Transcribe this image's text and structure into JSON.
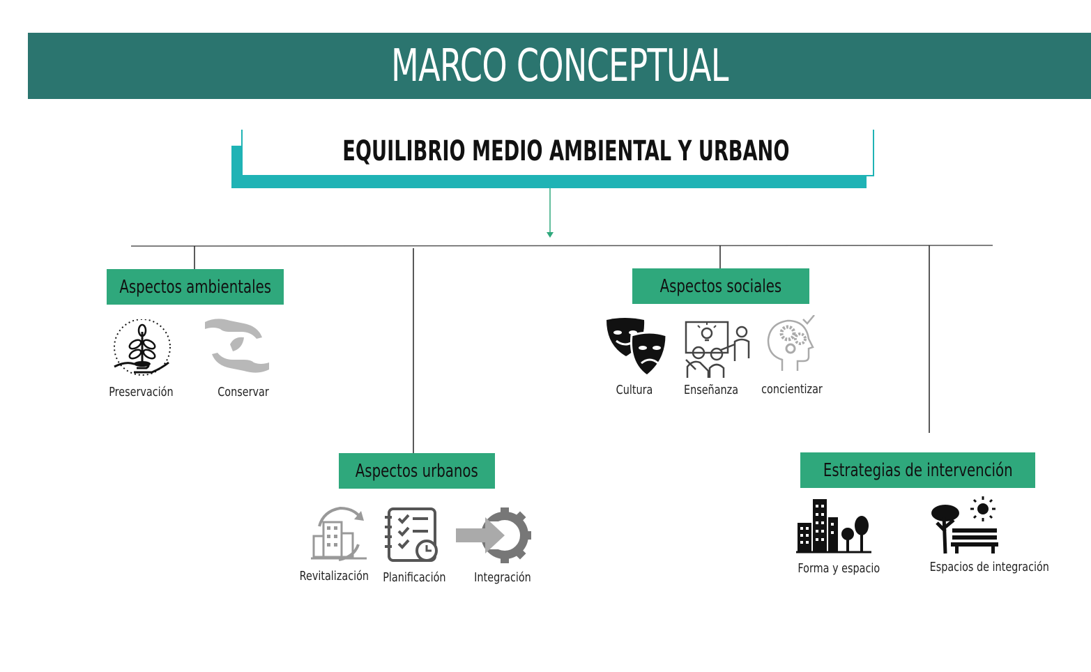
{
  "title": "MARCO CONCEPTUAL",
  "main_node": "EQUILIBRIO MEDIO AMBIENTAL Y URBANO",
  "colors": {
    "banner": "#2b756f",
    "main_accent": "#1fb3b5",
    "category": "#2fa87c",
    "arrow": "#2fa87c",
    "lines": "#333333"
  },
  "categories": {
    "ambientales": {
      "label": "Aspectos ambientales",
      "items": [
        {
          "label": "Preservación",
          "icon": "hand-plant-icon"
        },
        {
          "label": "Conservar",
          "icon": "hands-leaf-icon"
        }
      ]
    },
    "urbanos": {
      "label": "Aspectos urbanos",
      "items": [
        {
          "label": "Revitalización",
          "icon": "city-cycle-icon"
        },
        {
          "label": "Planificación",
          "icon": "checklist-clock-icon"
        },
        {
          "label": "Integración",
          "icon": "arrow-gear-icon"
        }
      ]
    },
    "sociales": {
      "label": "Aspectos sociales",
      "items": [
        {
          "label": "Cultura",
          "icon": "theater-masks-icon"
        },
        {
          "label": "Enseñanza",
          "icon": "teacher-board-icon"
        },
        {
          "label": "concientizar",
          "icon": "head-gears-icon"
        }
      ]
    },
    "estrategias": {
      "label": "Estrategias de intervención",
      "items": [
        {
          "label": "Forma y espacio",
          "icon": "city-trees-icon"
        },
        {
          "label": "Espacios de integración",
          "icon": "park-bench-icon"
        }
      ]
    }
  }
}
